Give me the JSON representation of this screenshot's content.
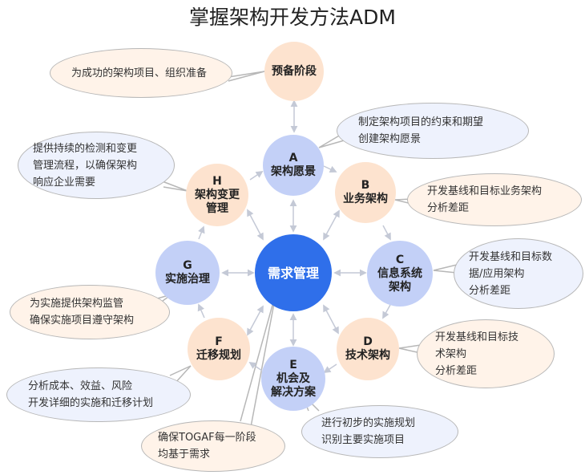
{
  "title": "掌握架构开发方法ADM",
  "colors": {
    "hub": "#2f6fea",
    "phase_peach": "#fde3cf",
    "phase_blue": "#c3d0f7",
    "bubble_peach": "#fff3e9",
    "bubble_blue": "#eef2fd",
    "arrow": "#c4c9d6"
  },
  "hub": {
    "label": "需求管理"
  },
  "prelim": {
    "label": "预备阶段"
  },
  "phases": {
    "a": {
      "letter": "A",
      "name": "架构愿景"
    },
    "b": {
      "letter": "B",
      "name": "业务架构"
    },
    "c": {
      "letter": "C",
      "name_1": "信息系统",
      "name_2": "架构"
    },
    "d": {
      "letter": "D",
      "name": "技术架构"
    },
    "e": {
      "letter": "E",
      "name_1": "机会及",
      "name_2": "解决方案"
    },
    "f": {
      "letter": "F",
      "name": "迁移规划"
    },
    "g": {
      "letter": "G",
      "name": "实施治理"
    },
    "h": {
      "letter": "H",
      "name_1": "架构变更",
      "name_2": "管理"
    }
  },
  "notes": {
    "prelim": [
      "为成功的架构项目、组织准备"
    ],
    "a": [
      "制定架构项目的约束和期望",
      "创建架构愿景"
    ],
    "b": [
      "开发基线和目标业务架构",
      "分析差距"
    ],
    "c": [
      "开发基线和目标数",
      "据/应用架构",
      "分析差距"
    ],
    "d": [
      "开发基线和目标技",
      "术架构",
      "分析差距"
    ],
    "e": [
      "进行初步的实施规划",
      "识别主要实施项目"
    ],
    "f": [
      "分析成本、效益、风险",
      "开发详细的实施和迁移计划"
    ],
    "g": [
      "为实施提供架构监管",
      "确保实施项目遵守架构"
    ],
    "h": [
      "提供持续的检测和变更",
      "管理流程，以确保架构",
      "响应企业需要"
    ],
    "hub": [
      "确保TOGAF每一阶段",
      "均基于需求"
    ]
  }
}
